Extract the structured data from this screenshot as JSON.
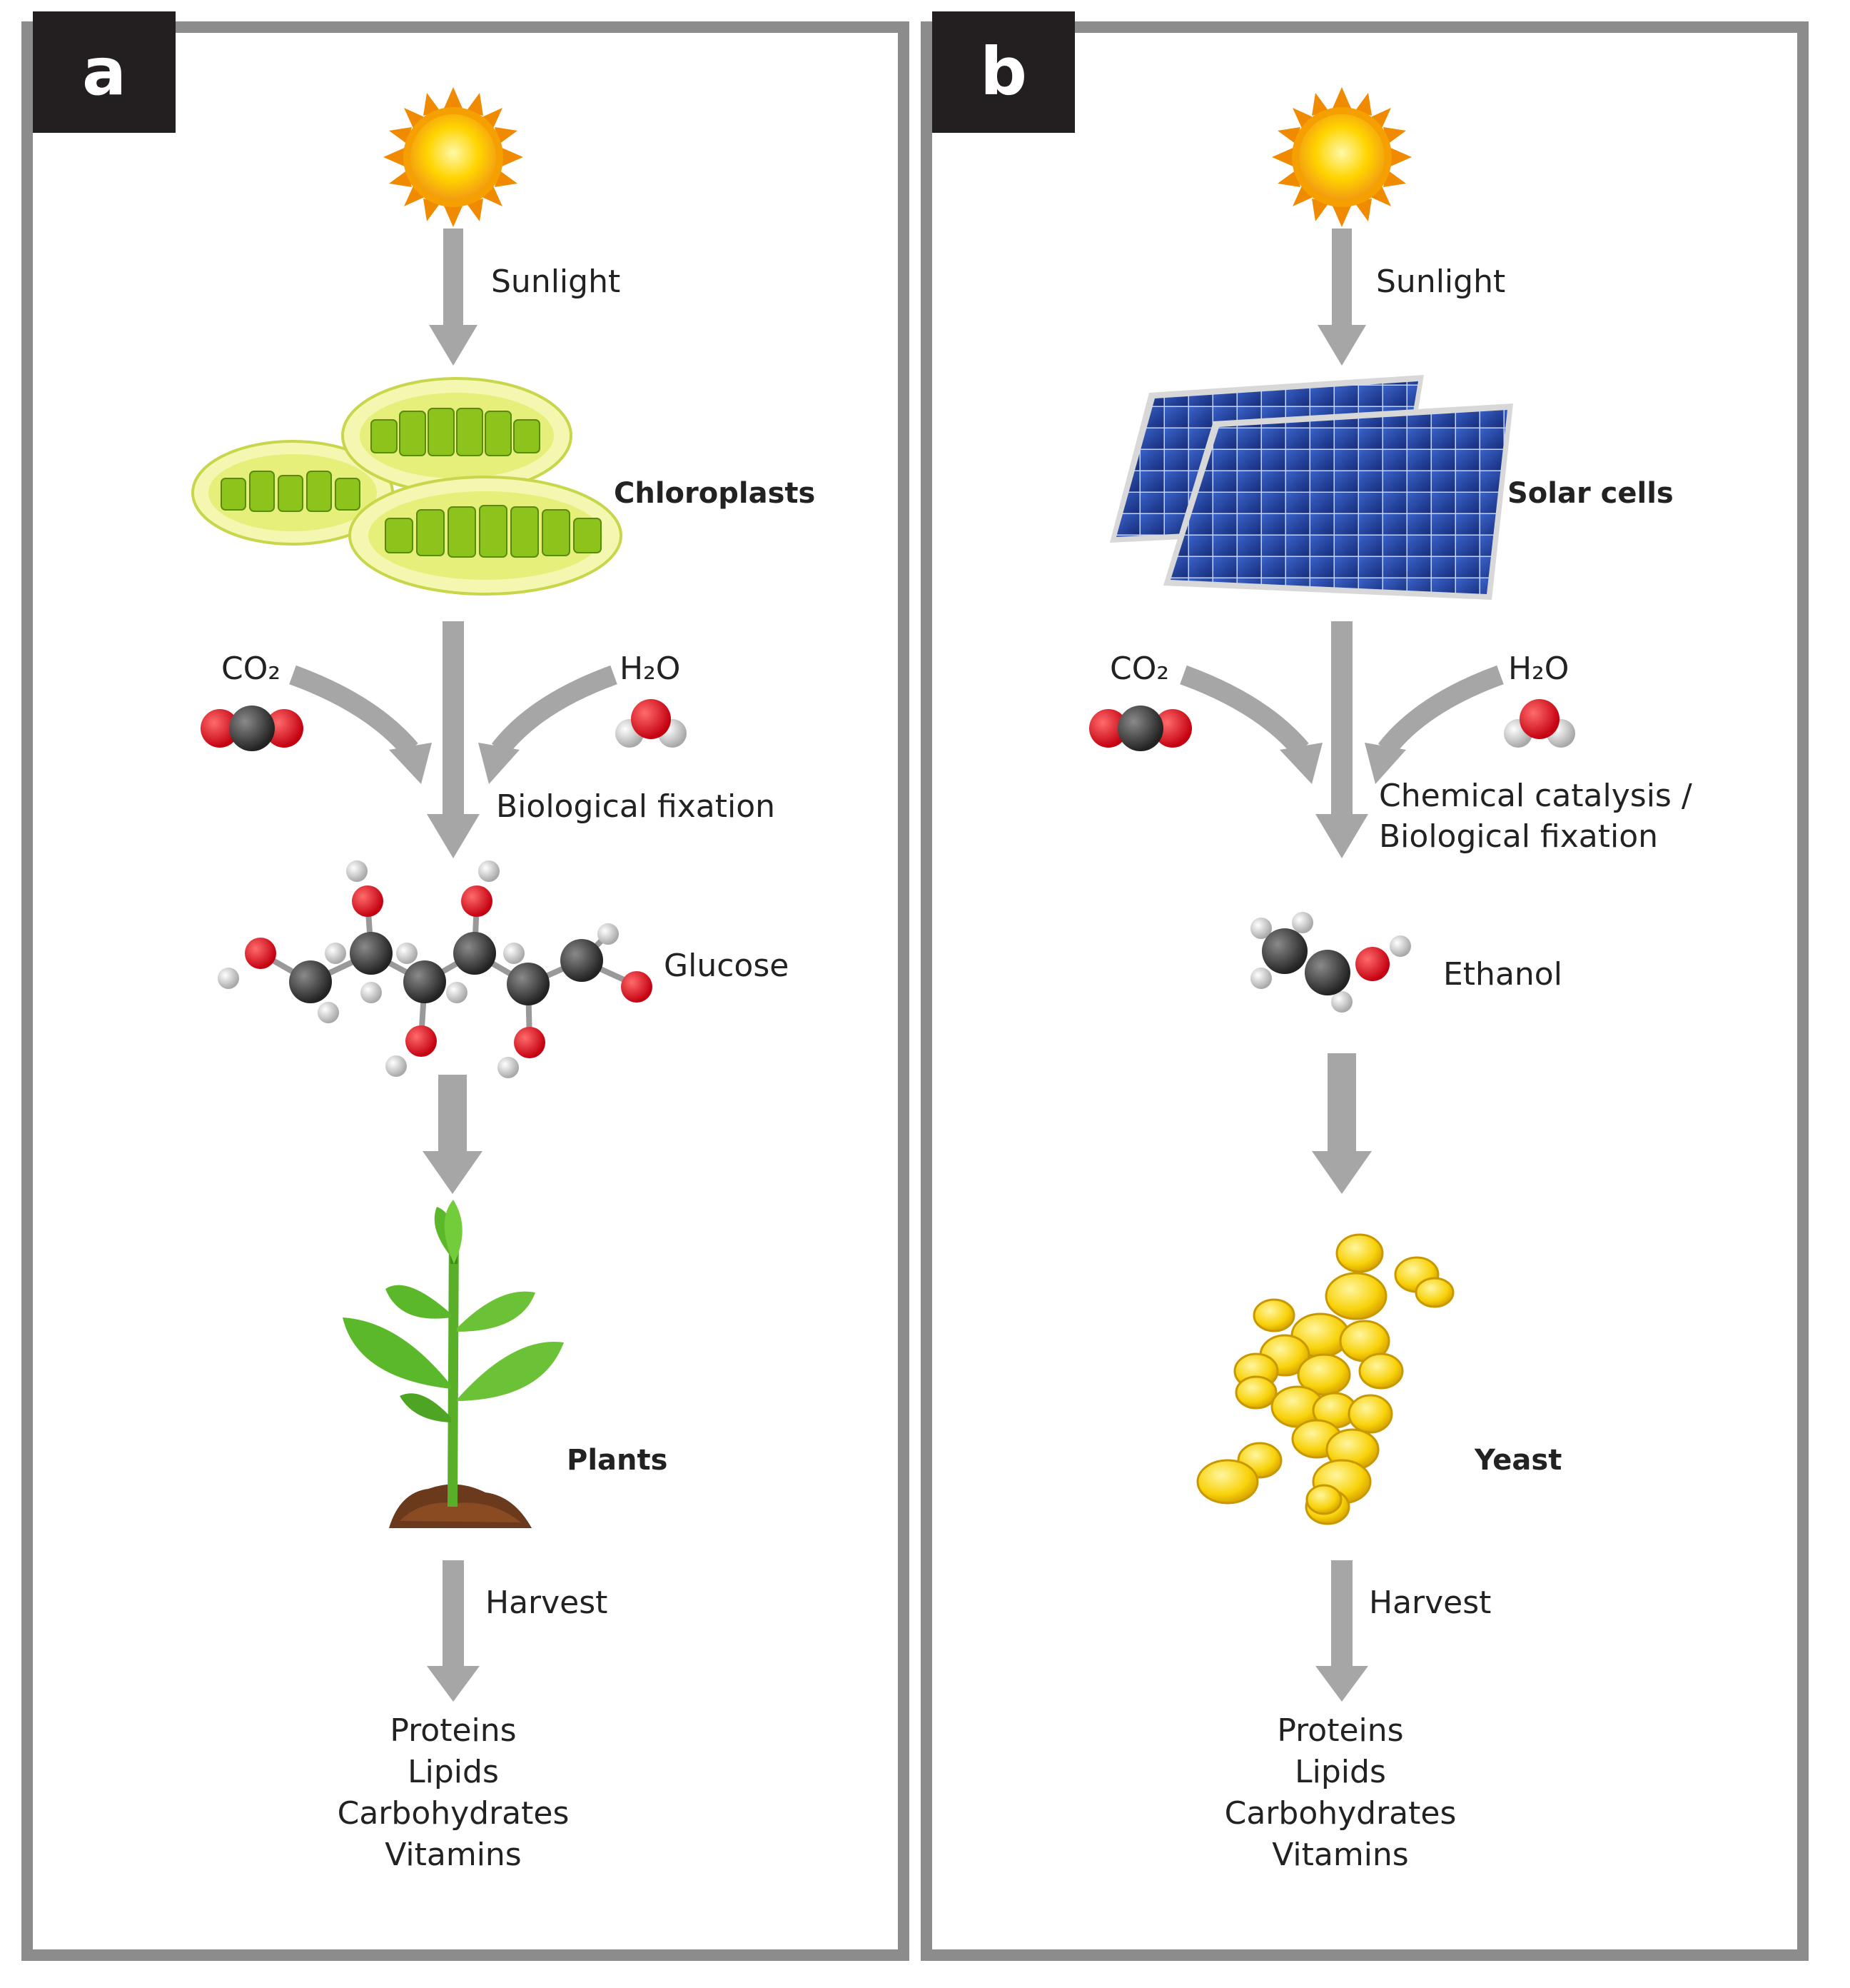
{
  "panel_a": {
    "tag": "a",
    "sunlight": "Sunlight",
    "converter": "Chloroplasts",
    "co2": "CO₂",
    "h2o": "H₂O",
    "process": "Biological fixation",
    "intermediate": "Glucose",
    "organism": "Plants",
    "harvest": "Harvest",
    "products": [
      "Proteins",
      "Lipids",
      "Carbohydrates",
      "Vitamins"
    ]
  },
  "panel_b": {
    "tag": "b",
    "sunlight": "Sunlight",
    "converter": "Solar cells",
    "co2": "CO₂",
    "h2o": "H₂O",
    "process_line1": "Chemical catalysis /",
    "process_line2": "Biological fixation",
    "intermediate": "Ethanol",
    "organism": "Yeast",
    "harvest": "Harvest",
    "products": [
      "Proteins",
      "Lipids",
      "Carbohydrates",
      "Vitamins"
    ]
  },
  "colors": {
    "border": "#8c8c8c",
    "tag_bg": "#231f20",
    "arrow": "#a6a6a6",
    "oxygen": "#e8141c",
    "carbon": "#3a3a3a",
    "hydrogen": "#d0d0d0",
    "chloroplast": "#9acd32",
    "solar": "#1f3c8f",
    "yeast": "#f5d000",
    "leaf": "#5cb82b",
    "sun": "#ffcc00"
  },
  "icons": [
    "sun-icon",
    "chloroplast-icon",
    "solar-panel-icon",
    "co2-molecule-icon",
    "h2o-molecule-icon",
    "glucose-molecule-icon",
    "ethanol-molecule-icon",
    "plant-icon",
    "yeast-icon"
  ]
}
